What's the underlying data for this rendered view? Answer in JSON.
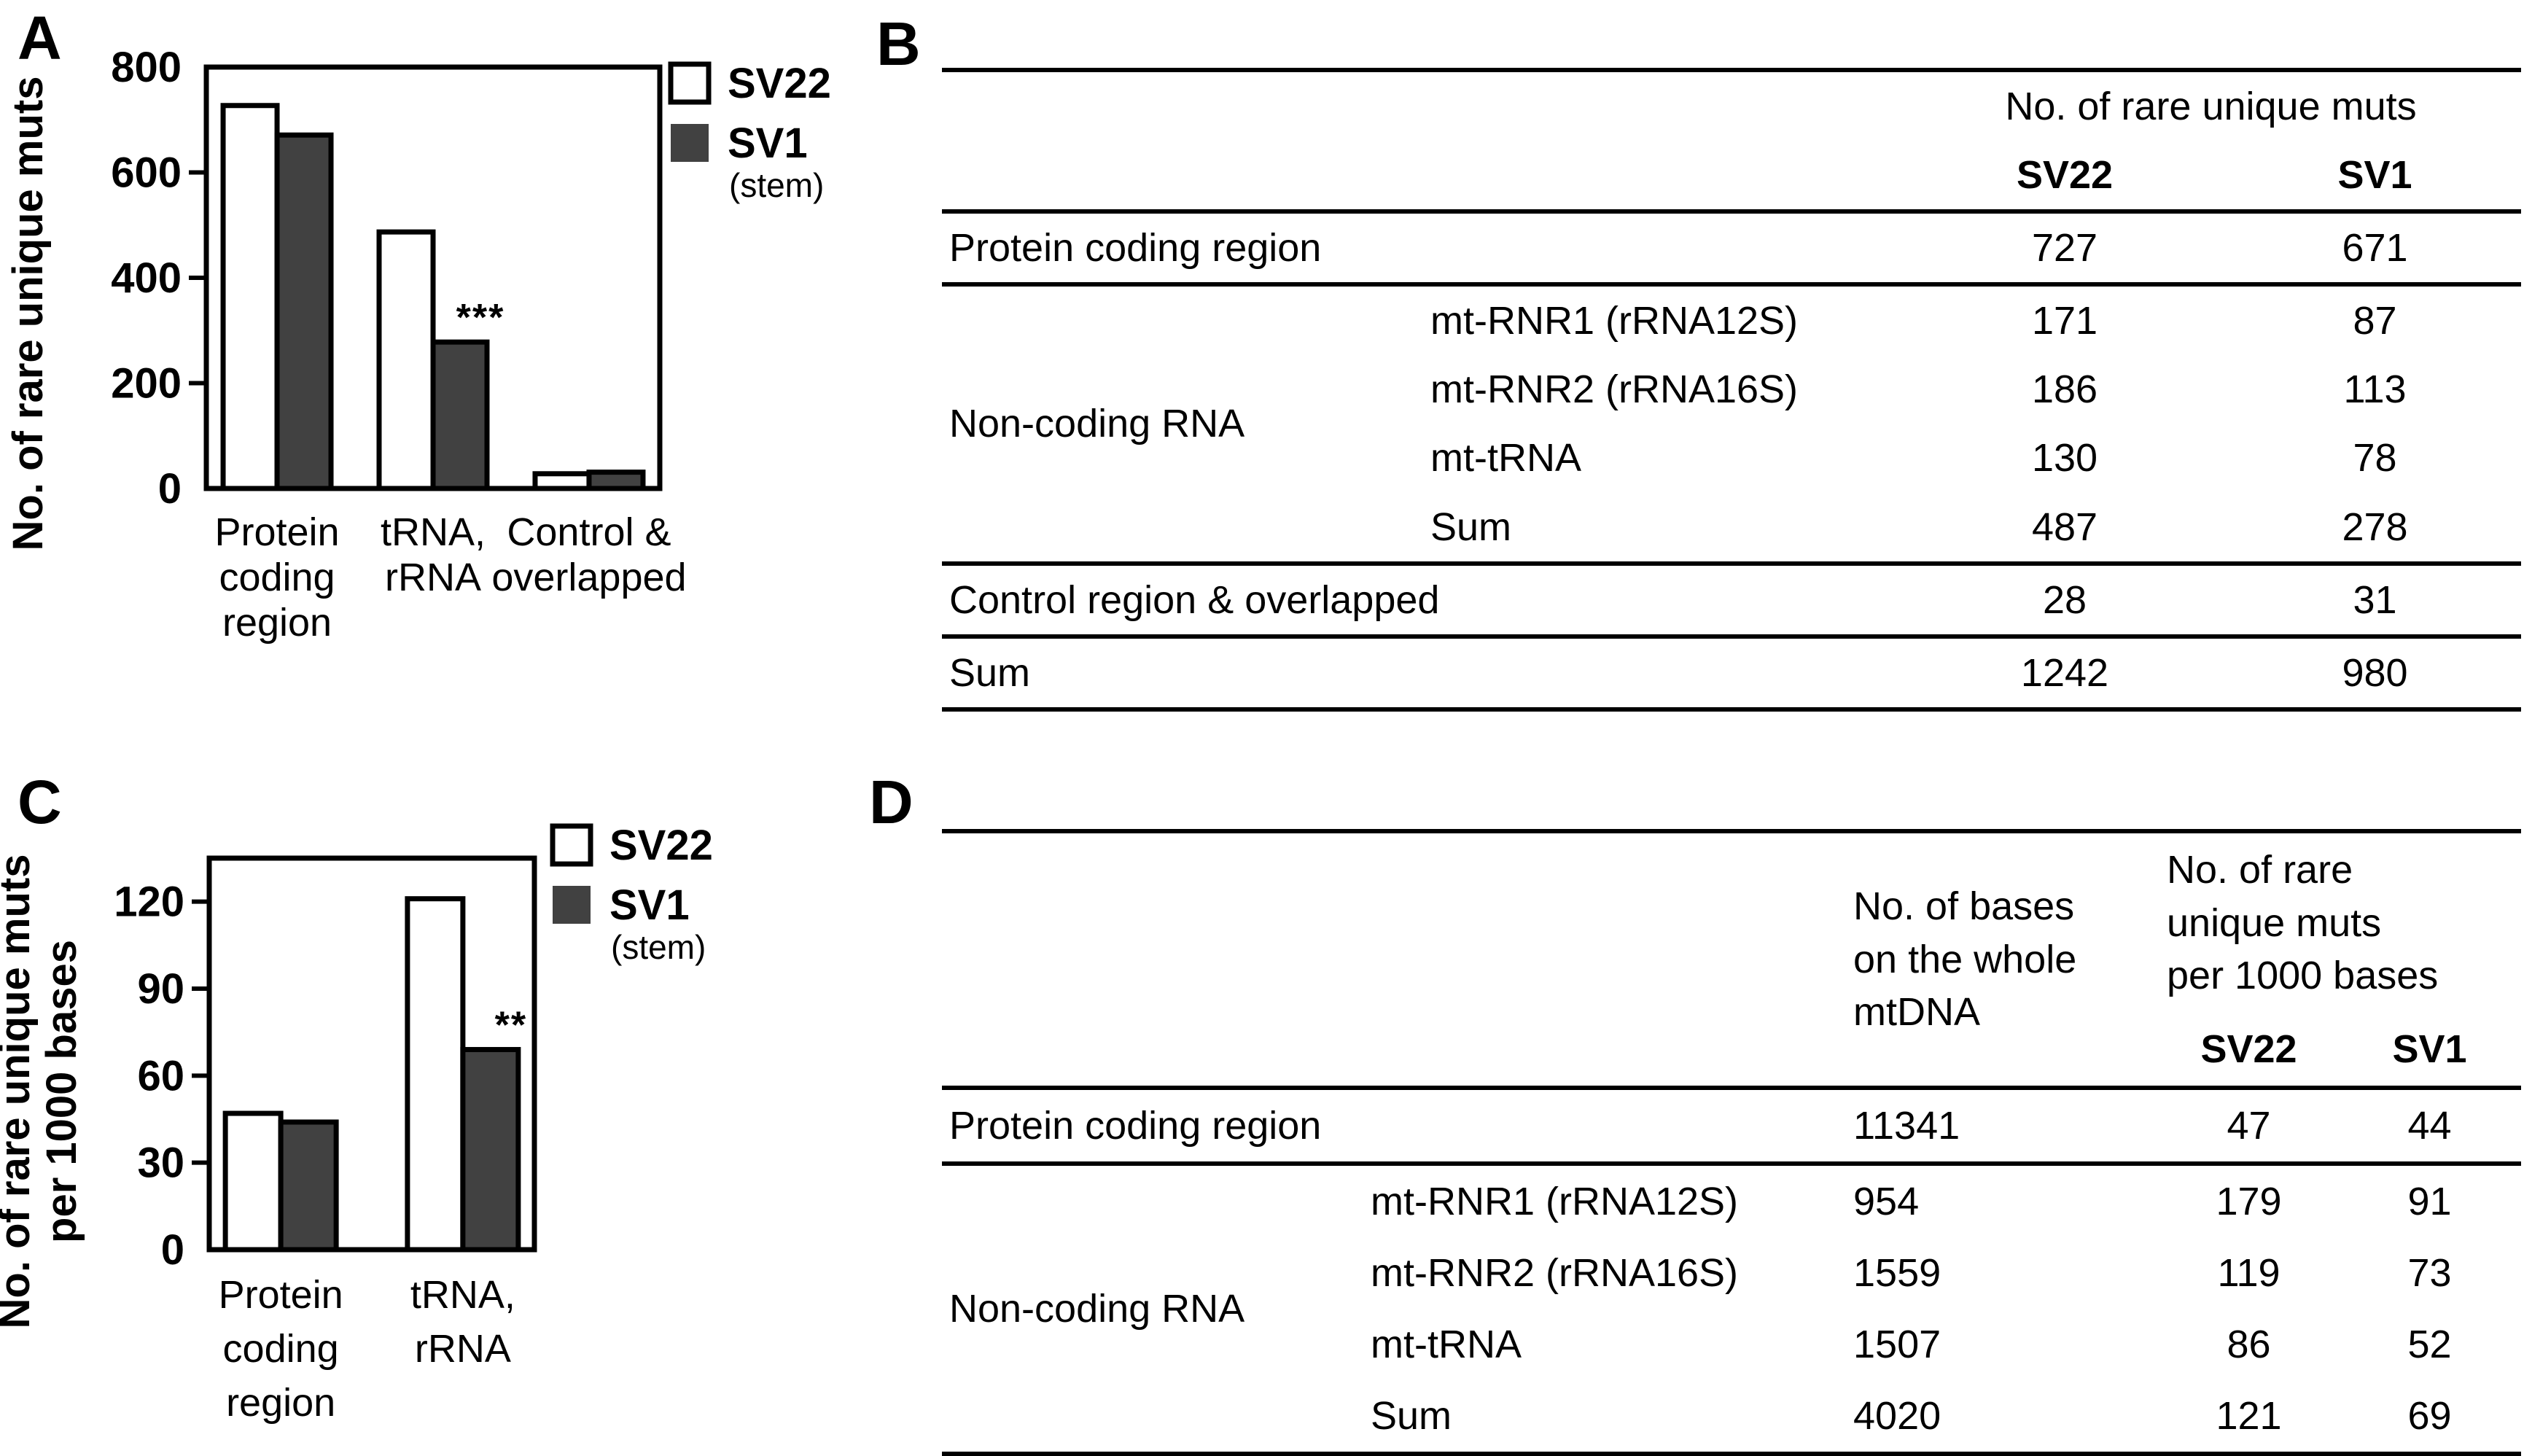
{
  "panels": {
    "a": {
      "label": "A"
    },
    "b": {
      "label": "B"
    },
    "c": {
      "label": "C"
    },
    "d": {
      "label": "D"
    }
  },
  "colors": {
    "ink": "#000000",
    "background": "#ffffff",
    "sv22_fill": "#ffffff",
    "sv1_fill": "#414141"
  },
  "chart_data": [
    {
      "panel": "A",
      "type": "bar",
      "title": "",
      "ylabel": "No. of rare unique muts",
      "xlabel": "",
      "categories": [
        "Protein\ncoding\nregion",
        "tRNA,\nrRNA",
        "Control &\noverlapped"
      ],
      "series": [
        {
          "name": "SV22",
          "sub": "",
          "fill": "#ffffff",
          "values": [
            727,
            487,
            28
          ]
        },
        {
          "name": "SV1",
          "sub": "(stem)",
          "fill": "#414141",
          "values": [
            671,
            278,
            31
          ]
        }
      ],
      "yticks": [
        0,
        200,
        400,
        600,
        800
      ],
      "ylim": [
        0,
        800
      ],
      "grid": false,
      "legend_position": "right-top",
      "annotations": [
        {
          "category_index": 1,
          "series_index": 1,
          "text": "***"
        }
      ]
    },
    {
      "panel": "C",
      "type": "bar",
      "title": "",
      "ylabel": "No. of rare unique muts\nper 1000 bases",
      "xlabel": "",
      "categories": [
        "Protein\ncoding\nregion",
        "tRNA,\nrRNA"
      ],
      "series": [
        {
          "name": "SV22",
          "sub": "",
          "fill": "#ffffff",
          "values": [
            47,
            121
          ]
        },
        {
          "name": "SV1",
          "sub": "(stem)",
          "fill": "#414141",
          "values": [
            44,
            69
          ]
        }
      ],
      "yticks": [
        0,
        30,
        60,
        90,
        120
      ],
      "ylim": [
        0,
        135
      ],
      "grid": false,
      "legend_position": "right-top",
      "annotations": [
        {
          "category_index": 1,
          "series_index": 1,
          "text": "**"
        }
      ]
    },
    {
      "panel": "B",
      "type": "table",
      "group_header": "No. of rare unique muts",
      "col_headers": [
        "SV22",
        "SV1"
      ],
      "rows": {
        "protein": {
          "label": "Protein coding region",
          "sv22": "727",
          "sv1": "671"
        },
        "noncoding_group_label": "Non-coding RNA",
        "rnr1": {
          "label": "mt-RNR1 (rRNA12S)",
          "sv22": "171",
          "sv1": "87"
        },
        "rnr2": {
          "label": "mt-RNR2 (rRNA16S)",
          "sv22": "186",
          "sv1": "113"
        },
        "trna": {
          "label": "mt-tRNA",
          "sv22": "130",
          "sv1": "78"
        },
        "ncsum": {
          "label": "Sum",
          "sv22": "487",
          "sv1": "278"
        },
        "control": {
          "label": "Control region & overlapped",
          "sv22": "28",
          "sv1": "31"
        },
        "total": {
          "label": "Sum",
          "sv22": "1242",
          "sv1": "980"
        }
      }
    },
    {
      "panel": "D",
      "type": "table",
      "bases_header": "No. of bases\non the whole\nmtDNA",
      "muts_header": "No. of rare\nunique muts\nper 1000 bases",
      "col_headers": [
        "SV22",
        "SV1"
      ],
      "rows": {
        "protein": {
          "label": "Protein coding region",
          "bases": "11341",
          "sv22": "47",
          "sv1": "44"
        },
        "noncoding_group_label": "Non-coding RNA",
        "rnr1": {
          "label": "mt-RNR1 (rRNA12S)",
          "bases": "954",
          "sv22": "179",
          "sv1": "91"
        },
        "rnr2": {
          "label": "mt-RNR2 (rRNA16S)",
          "bases": "1559",
          "sv22": "119",
          "sv1": "73"
        },
        "trna": {
          "label": "mt-tRNA",
          "bases": "1507",
          "sv22": "86",
          "sv1": "52"
        },
        "ncsum": {
          "label": "Sum",
          "bases": "4020",
          "sv22": "121",
          "sv1": "69"
        }
      }
    }
  ]
}
